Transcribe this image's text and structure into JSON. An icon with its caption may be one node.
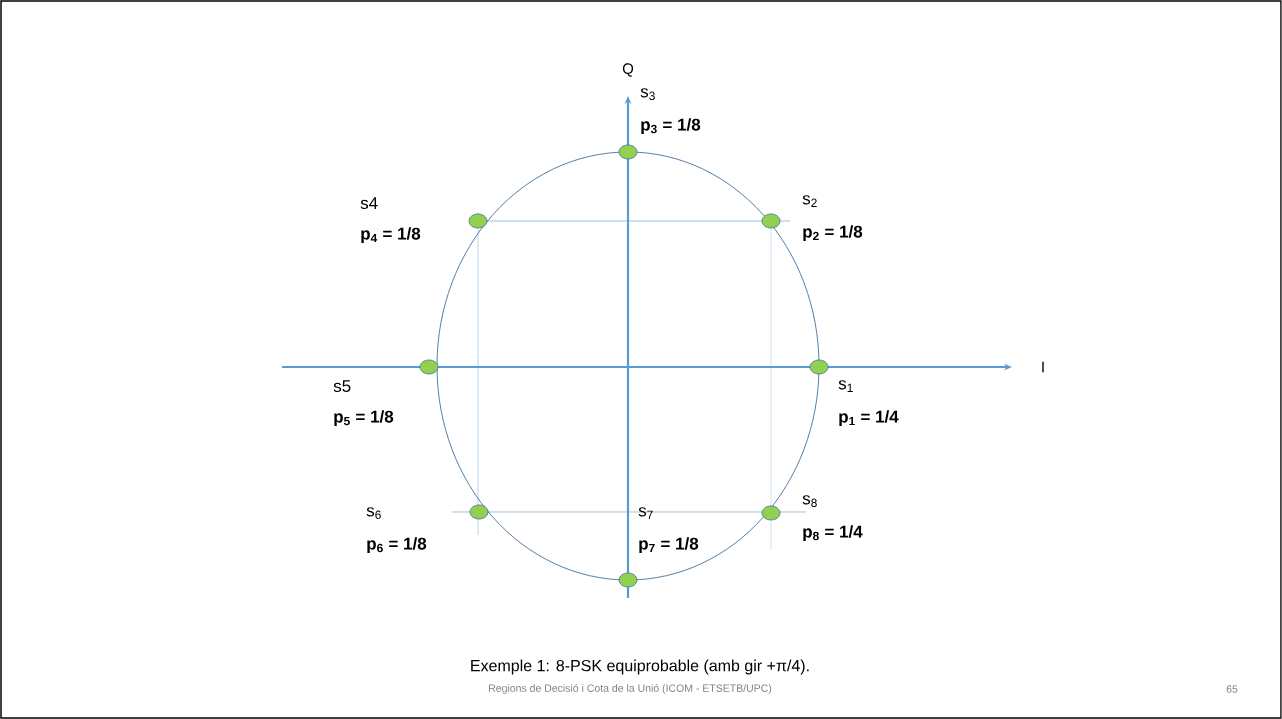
{
  "diagram": {
    "caption": "Exemple 1: 8-PSK equiprobable (amb gir +π/4).",
    "nodes": [
      {
        "text": [],
        "shape": "circle",
        "beside": [
          "s$_{1}$",
          "p$_{1}$ = 1/4"
        ]
      },
      {
        "text": [],
        "shape": "circle",
        "beside": [
          "s$_{2}$",
          "p$_{2}$ = 1/8"
        ]
      },
      {
        "text": [],
        "shape": "circle",
        "beside": [
          "s$_{3}$",
          "p$_{3}$ = 1/8"
        ]
      },
      {
        "text": [],
        "shape": "circle",
        "beside": [
          "s4",
          "p$_{4}$ = 1/8"
        ]
      },
      {
        "text": [],
        "shape": "circle",
        "beside": [
          "s5",
          "p$_{5}$ = 1/8"
        ]
      },
      {
        "text": [],
        "shape": "circle",
        "beside": [
          "s$_{6}$",
          "p$_{6}$ = 1/8"
        ]
      },
      {
        "text": [],
        "shape": "circle",
        "beside": [
          "s$_{7}$",
          "p$_{7}$ = 1/8"
        ]
      },
      {
        "text": [],
        "shape": "circle",
        "beside": [
          "s$_{8}$",
          "p$_{8}$ = 1/4"
        ]
      }
    ],
    "labels": [
      "Q",
      "I",
      "Regions de Decisió i Cota de la Unió (ICOM - ETSETB/UPC)",
      "65"
    ]
  }
}
